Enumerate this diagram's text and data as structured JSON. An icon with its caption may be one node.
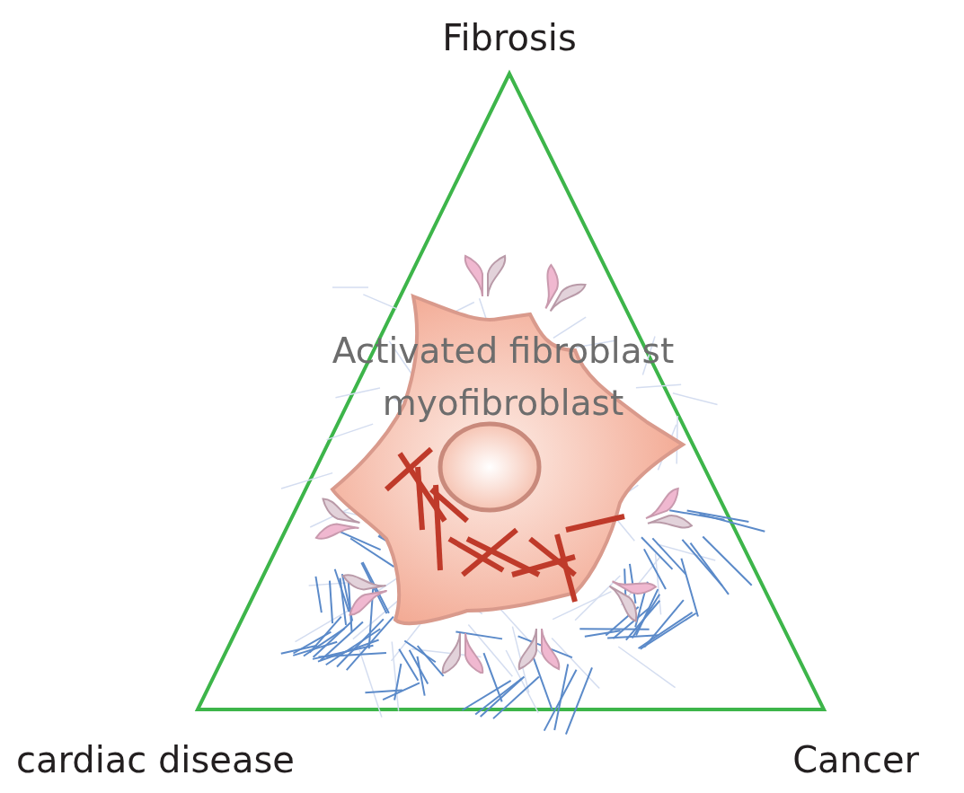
{
  "diagram": {
    "nodes": [
      {
        "text": [
          "Activated fibroblast myofibroblast"
        ]
      }
    ],
    "edges": [],
    "labels": [
      "Fibrosis",
      "cardiac disease",
      "Cancer"
    ]
  }
}
